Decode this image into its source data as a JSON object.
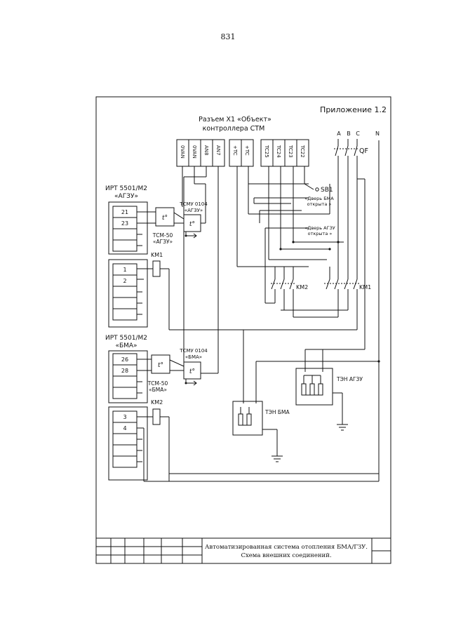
{
  "page": {
    "number": "831"
  },
  "sheet": {
    "appendix": "Приложение 1.2",
    "connector_title_1": "Разъем X1 «Объект»",
    "connector_title_2": "контроллера СТМ",
    "pins_ai": [
      "0VAN",
      "0VAN",
      "AN8",
      "AN7"
    ],
    "pins_tc_common": [
      "+TC",
      "+TC"
    ],
    "pins_tc": [
      "TC25",
      "TC24",
      "TC23",
      "TC22"
    ],
    "phases": [
      "A",
      "B",
      "C"
    ],
    "neutral": "N",
    "breaker": "QF",
    "switch_sb1": "SB1",
    "door_bma": [
      "«Дверь БМА",
      "открыта »"
    ],
    "door_agzu": [
      "«Дверь АГЗУ",
      "открыта »"
    ],
    "contactor_km1": "KM1",
    "contactor_km2": "KM2",
    "irt_agzu": [
      "ИРТ 5501/М2",
      "«АГЗУ»"
    ],
    "irt_agzu_rows": [
      "21",
      "23",
      "",
      ""
    ],
    "irt_bma": [
      "ИРТ 5501/М2",
      "«БМА»"
    ],
    "irt_bma_rows": [
      "26",
      "28",
      "",
      ""
    ],
    "tsmu_agzu": [
      "ТСМУ 0104",
      "«АГЗУ»"
    ],
    "tsmu_bma": [
      "ТСМУ 0104",
      "«БМА»"
    ],
    "tsm_agzu": [
      "ТСМ-50",
      "«АГЗУ»"
    ],
    "tsm_bma": [
      "ТСМ-50",
      "«БМА»"
    ],
    "temp_symbol": "t°",
    "km1_block": {
      "label": "KM1",
      "rows": [
        "1",
        "2",
        "",
        "",
        ""
      ]
    },
    "km2_block": {
      "label": "KM2",
      "rows": [
        "3",
        "4",
        "",
        "",
        ""
      ]
    },
    "heater_bma": "ТЭН БМА",
    "heater_agzu": "ТЭН АГЗУ"
  },
  "title_block": {
    "line1": "Автоматизированная система отопления БМА/ГЗУ.",
    "line2": "Схема внешних соединений."
  }
}
